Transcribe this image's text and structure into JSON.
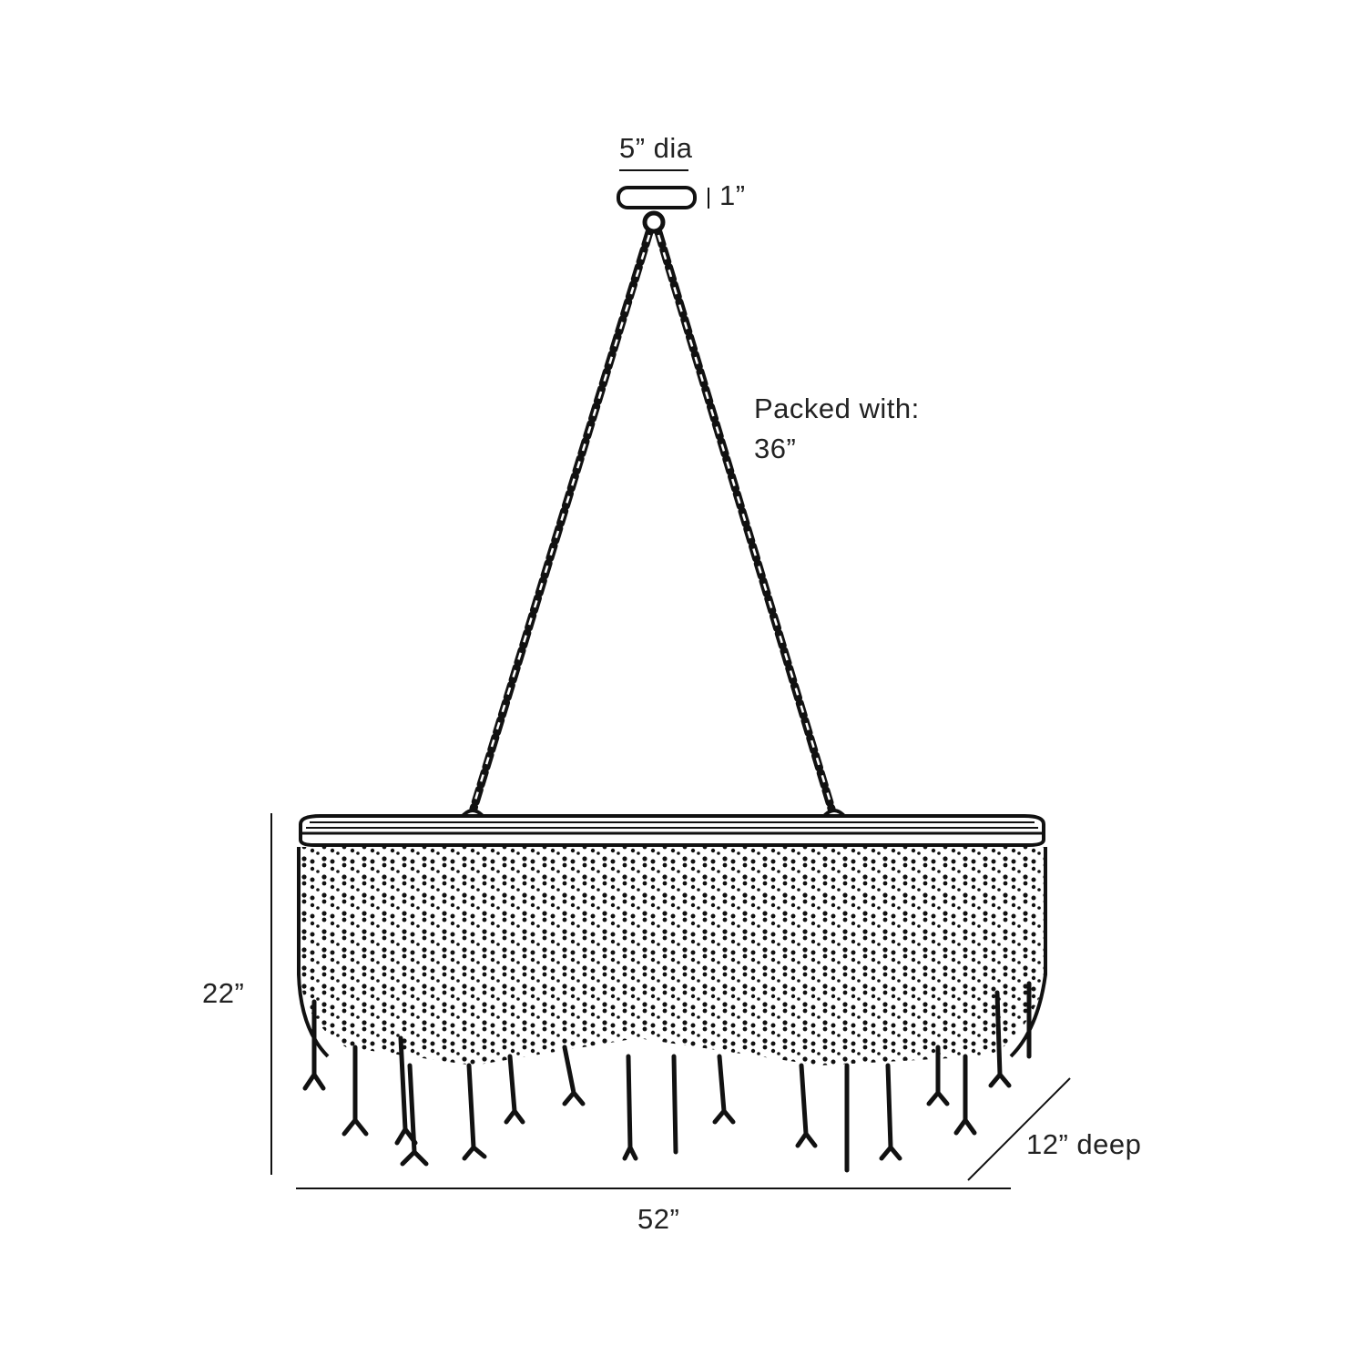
{
  "diagram": {
    "subject": "oval beaded chandelier dimension drawing",
    "colors": {
      "line": "#111111",
      "background": "#ffffff",
      "text": "#222222"
    },
    "canopy": {
      "diameter_label": "5” dia",
      "height_label": "1”"
    },
    "chain": {
      "packed_label_line1": "Packed with:",
      "packed_label_line2": "36”"
    },
    "dimensions": {
      "height_label": "22”",
      "width_label": "52”",
      "depth_label": "12” deep"
    }
  }
}
